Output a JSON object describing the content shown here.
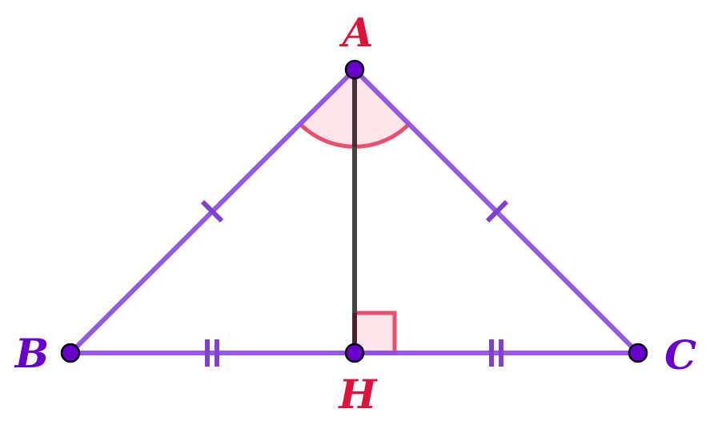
{
  "figure": {
    "vertices": {
      "A": "A",
      "B": "B",
      "C": "C",
      "H": "H"
    },
    "colors": {
      "side": "#9050e0",
      "point": "#6a00cc",
      "label_red": "#dc143c",
      "label_purple": "#6a00cc",
      "altitude": "#444444",
      "angle_mark": "#e8506e",
      "angle_fill": "#fce4ea"
    }
  }
}
